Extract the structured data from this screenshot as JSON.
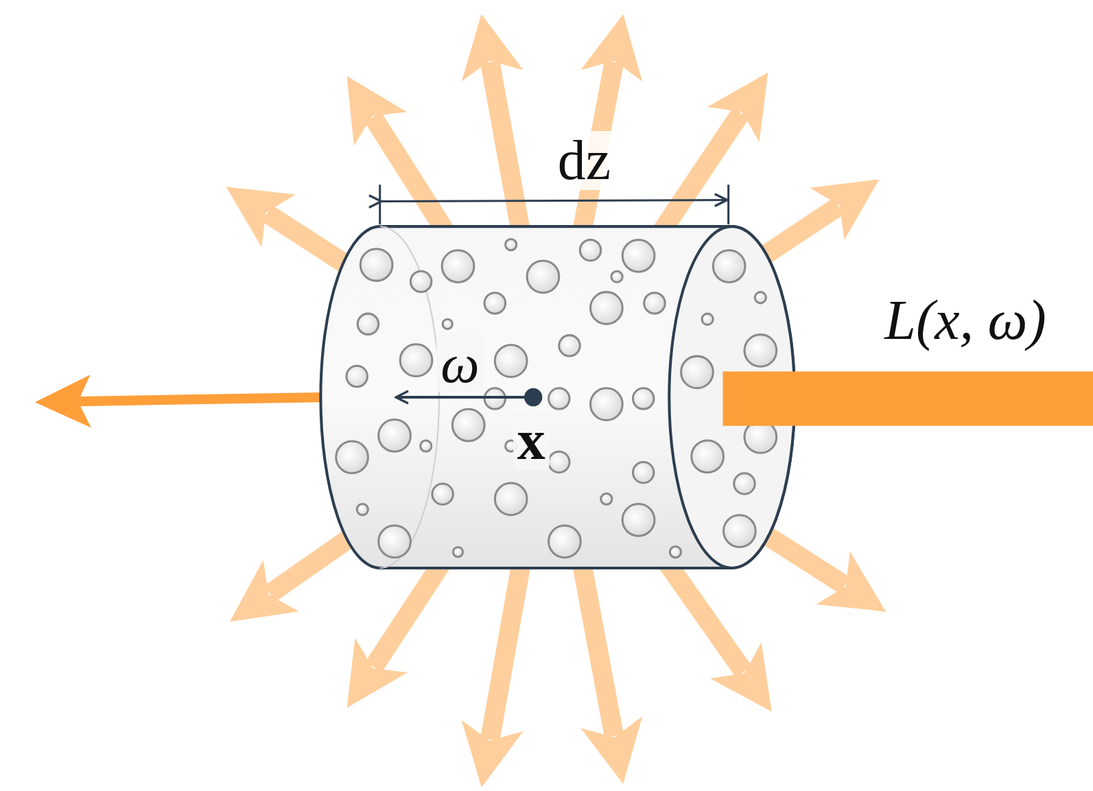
{
  "diagram": {
    "labels": [
      "dz",
      "ω",
      "x",
      "L(x, ω)"
    ]
  }
}
